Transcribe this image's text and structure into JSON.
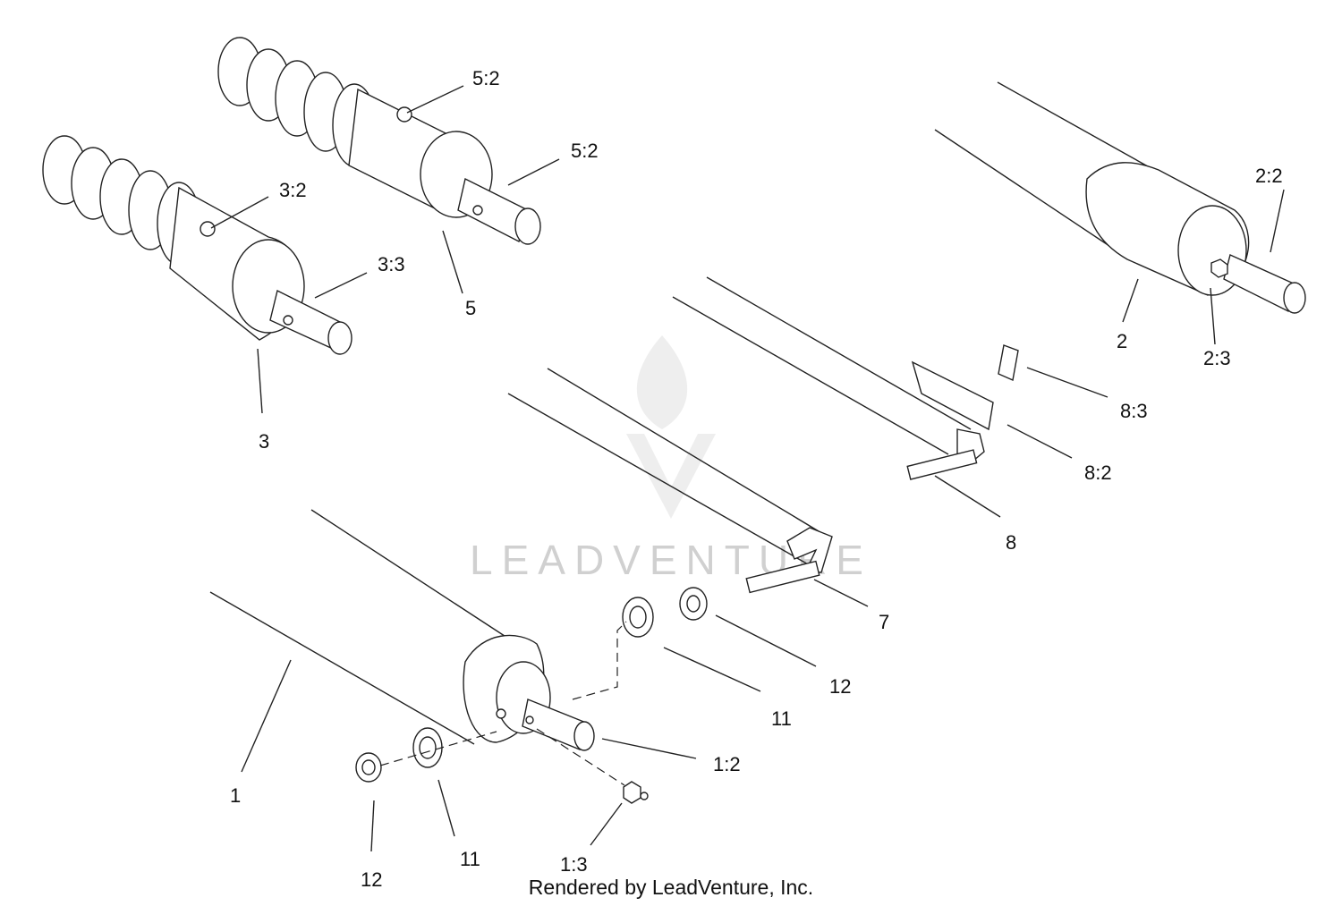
{
  "watermark": {
    "text": "LEADVENTURE"
  },
  "credit": {
    "text": "Rendered by LeadVenture, Inc."
  },
  "callouts": [
    {
      "id": "c-5-2a",
      "text": "5:2"
    },
    {
      "id": "c-5-2b",
      "text": "5:2"
    },
    {
      "id": "c-3-2",
      "text": "3:2"
    },
    {
      "id": "c-3-3",
      "text": "3:3"
    },
    {
      "id": "c-5",
      "text": "5"
    },
    {
      "id": "c-3",
      "text": "3"
    },
    {
      "id": "c-2-2",
      "text": "2:2"
    },
    {
      "id": "c-2",
      "text": "2"
    },
    {
      "id": "c-2-3",
      "text": "2:3"
    },
    {
      "id": "c-8-3",
      "text": "8:3"
    },
    {
      "id": "c-8-2",
      "text": "8:2"
    },
    {
      "id": "c-8",
      "text": "8"
    },
    {
      "id": "c-7",
      "text": "7"
    },
    {
      "id": "c-12a",
      "text": "12"
    },
    {
      "id": "c-11a",
      "text": "11"
    },
    {
      "id": "c-1",
      "text": "1"
    },
    {
      "id": "c-1-2",
      "text": "1:2"
    },
    {
      "id": "c-12b",
      "text": "12"
    },
    {
      "id": "c-11b",
      "text": "11"
    },
    {
      "id": "c-1-3",
      "text": "1:3"
    }
  ]
}
